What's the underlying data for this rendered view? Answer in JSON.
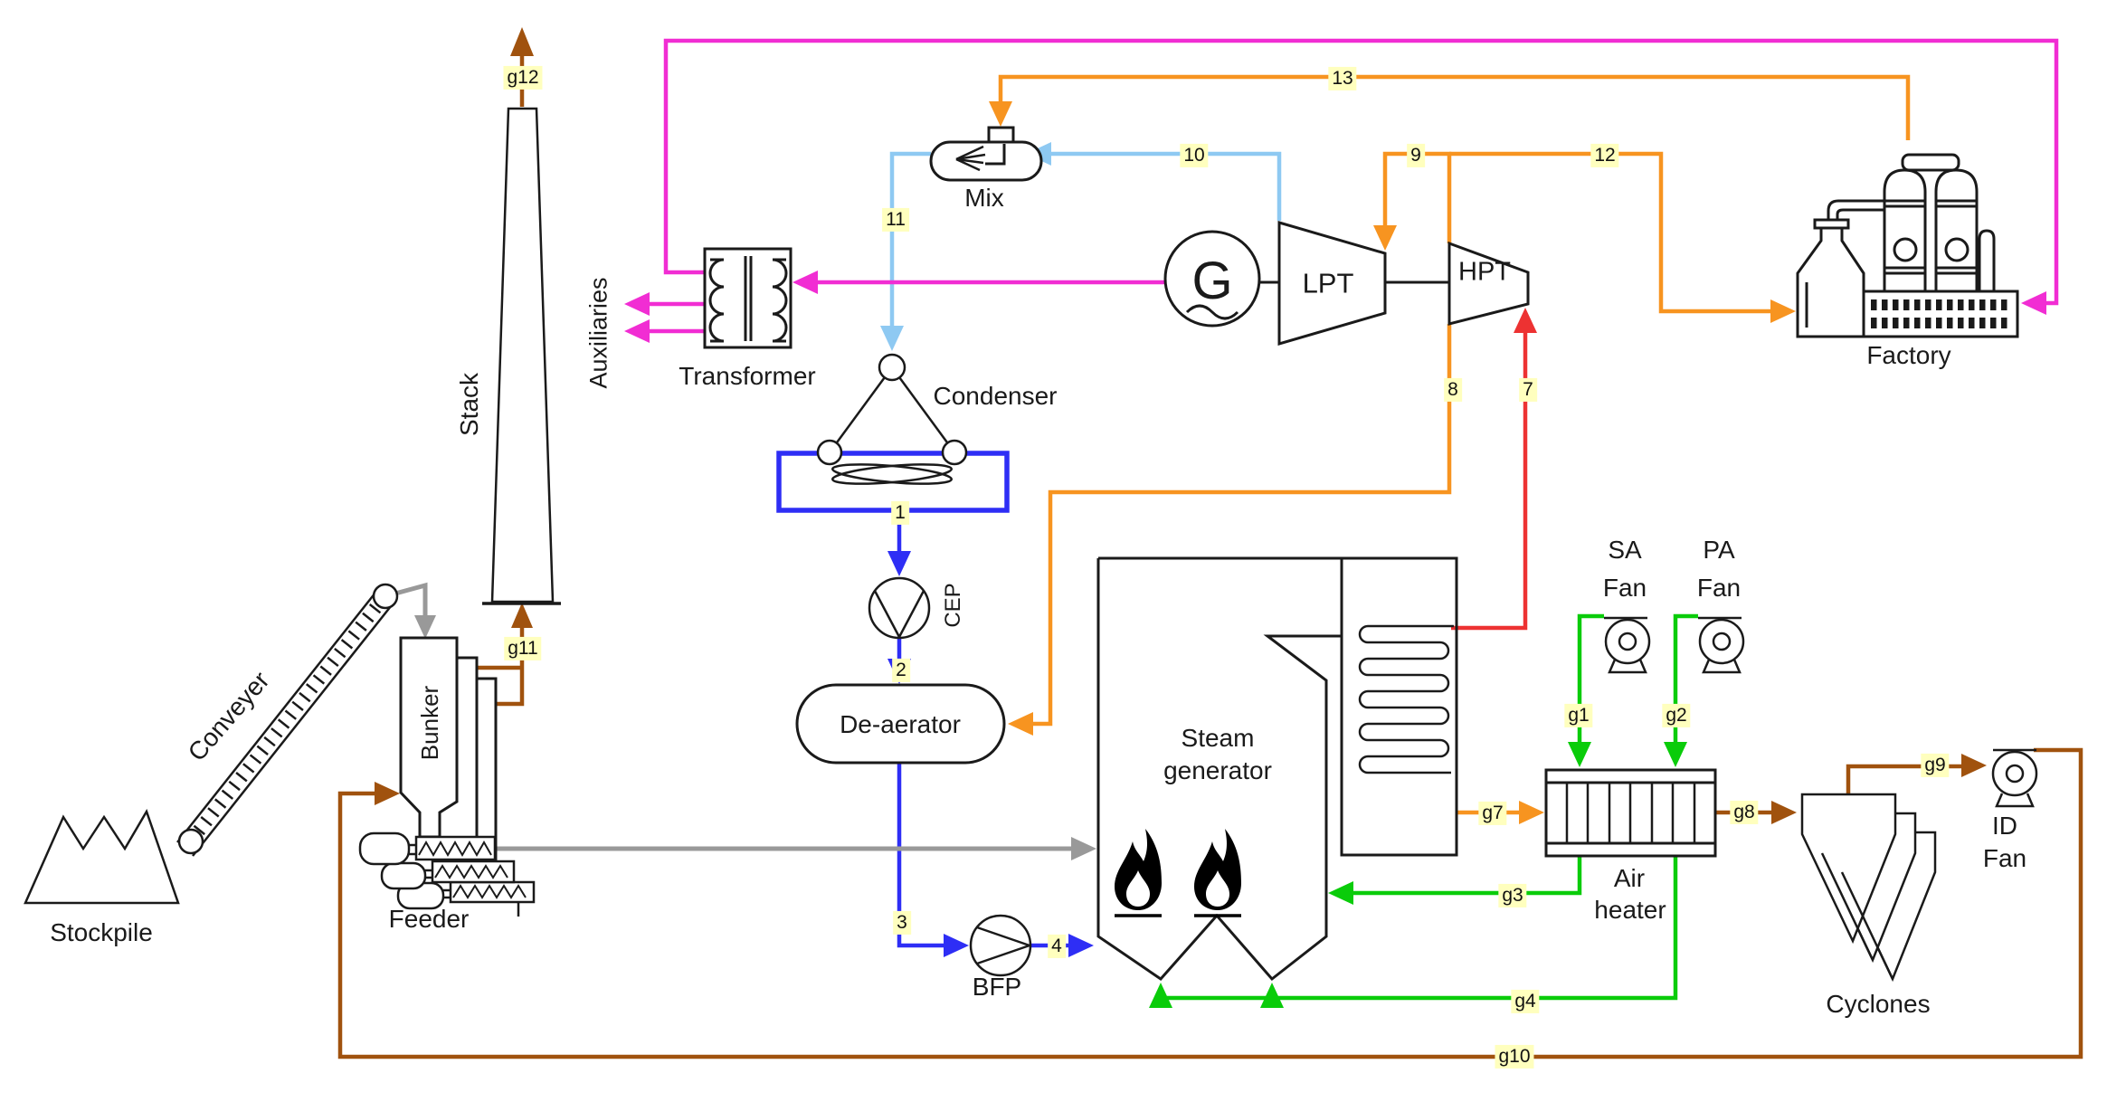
{
  "diagram_type": "process-flow-diagram",
  "colors": {
    "electricity_magenta": "#F12DD3",
    "steam_orange": "#F79420",
    "hp_steam_red": "#ED3232",
    "condensate_blue": "#2E2EF5",
    "lp_steam_lightblue": "#8EC9F2",
    "air_green": "#0ACC0A",
    "fluegas_brown": "#A0520E",
    "coal_gray": "#999999",
    "stream_label_bg": "#FFFFBE"
  },
  "components": {
    "stockpile": "Stockpile",
    "conveyer": "Conveyer",
    "stack": "Stack",
    "bunker": "Bunker",
    "feeder": "Feeder",
    "transformer": "Transformer",
    "auxiliaries": "Auxiliaries",
    "mix": "Mix",
    "condenser": "Condenser",
    "cep": "CEP",
    "deaerator": "De-aerator",
    "bfp": "BFP",
    "generator": "G",
    "lpt": "LPT",
    "hpt": "HPT",
    "factory": "Factory",
    "steam_generator_line1": "Steam",
    "steam_generator_line2": "generator",
    "sa_fan_line1": "SA",
    "sa_fan_line2": "Fan",
    "pa_fan_line1": "PA",
    "pa_fan_line2": "Fan",
    "air_heater_line1": "Air",
    "air_heater_line2": "heater",
    "cyclones": "Cyclones",
    "id_fan_line1": "ID",
    "id_fan_line2": "Fan"
  },
  "streams": {
    "s1": "1",
    "s2": "2",
    "s3": "3",
    "s4": "4",
    "s7": "7",
    "s8": "8",
    "s9": "9",
    "s10": "10",
    "s11": "11",
    "s12": "12",
    "s13": "13",
    "g1": "g1",
    "g2": "g2",
    "g3": "g3",
    "g4": "g4",
    "g7": "g7",
    "g8": "g8",
    "g9": "g9",
    "g10": "g10",
    "g11": "g11",
    "g12": "g12"
  }
}
